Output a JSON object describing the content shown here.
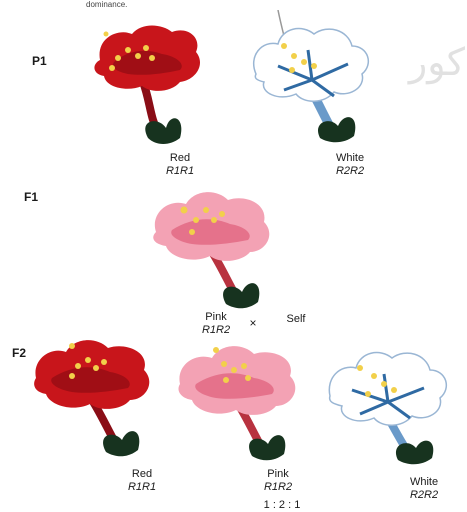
{
  "header_fragment": "dominance.",
  "watermark": "کور",
  "generations": {
    "p1": "P1",
    "f1": "F1",
    "f2": "F2"
  },
  "p1": {
    "red": {
      "name": "Red",
      "genotype": "R1R1",
      "color": "#c8151b"
    },
    "white": {
      "name": "White",
      "genotype": "R2R2",
      "color": "#ffffff"
    }
  },
  "f1": {
    "pink": {
      "name": "Pink",
      "genotype": "R1R2",
      "color": "#f3a2b4"
    },
    "cross": "×",
    "self": "Self"
  },
  "f2": {
    "red": {
      "name": "Red",
      "genotype": "R1R1"
    },
    "pink": {
      "name": "Pink",
      "genotype": "R1R2"
    },
    "white": {
      "name": "White",
      "genotype": "R2R2"
    },
    "ratio": "1 : 2 : 1"
  }
}
